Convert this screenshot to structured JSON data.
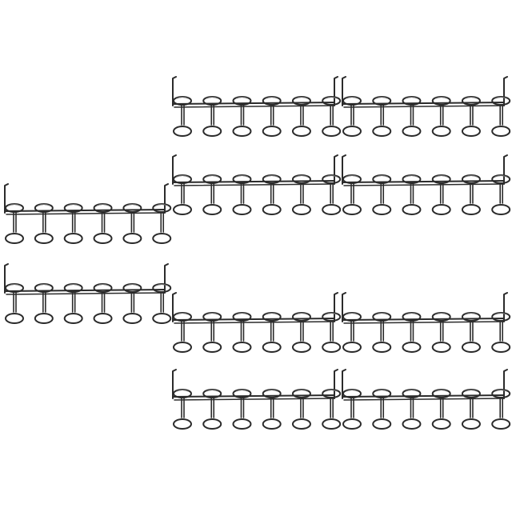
{
  "image": {
    "subject": "pegboard-wire-rack-set",
    "background_color": "#ffffff",
    "wire_color": "#2b2b2b",
    "highlight_color": "#7a7a7a"
  },
  "racks": {
    "count": 10,
    "holders_per_rack": 6
  }
}
